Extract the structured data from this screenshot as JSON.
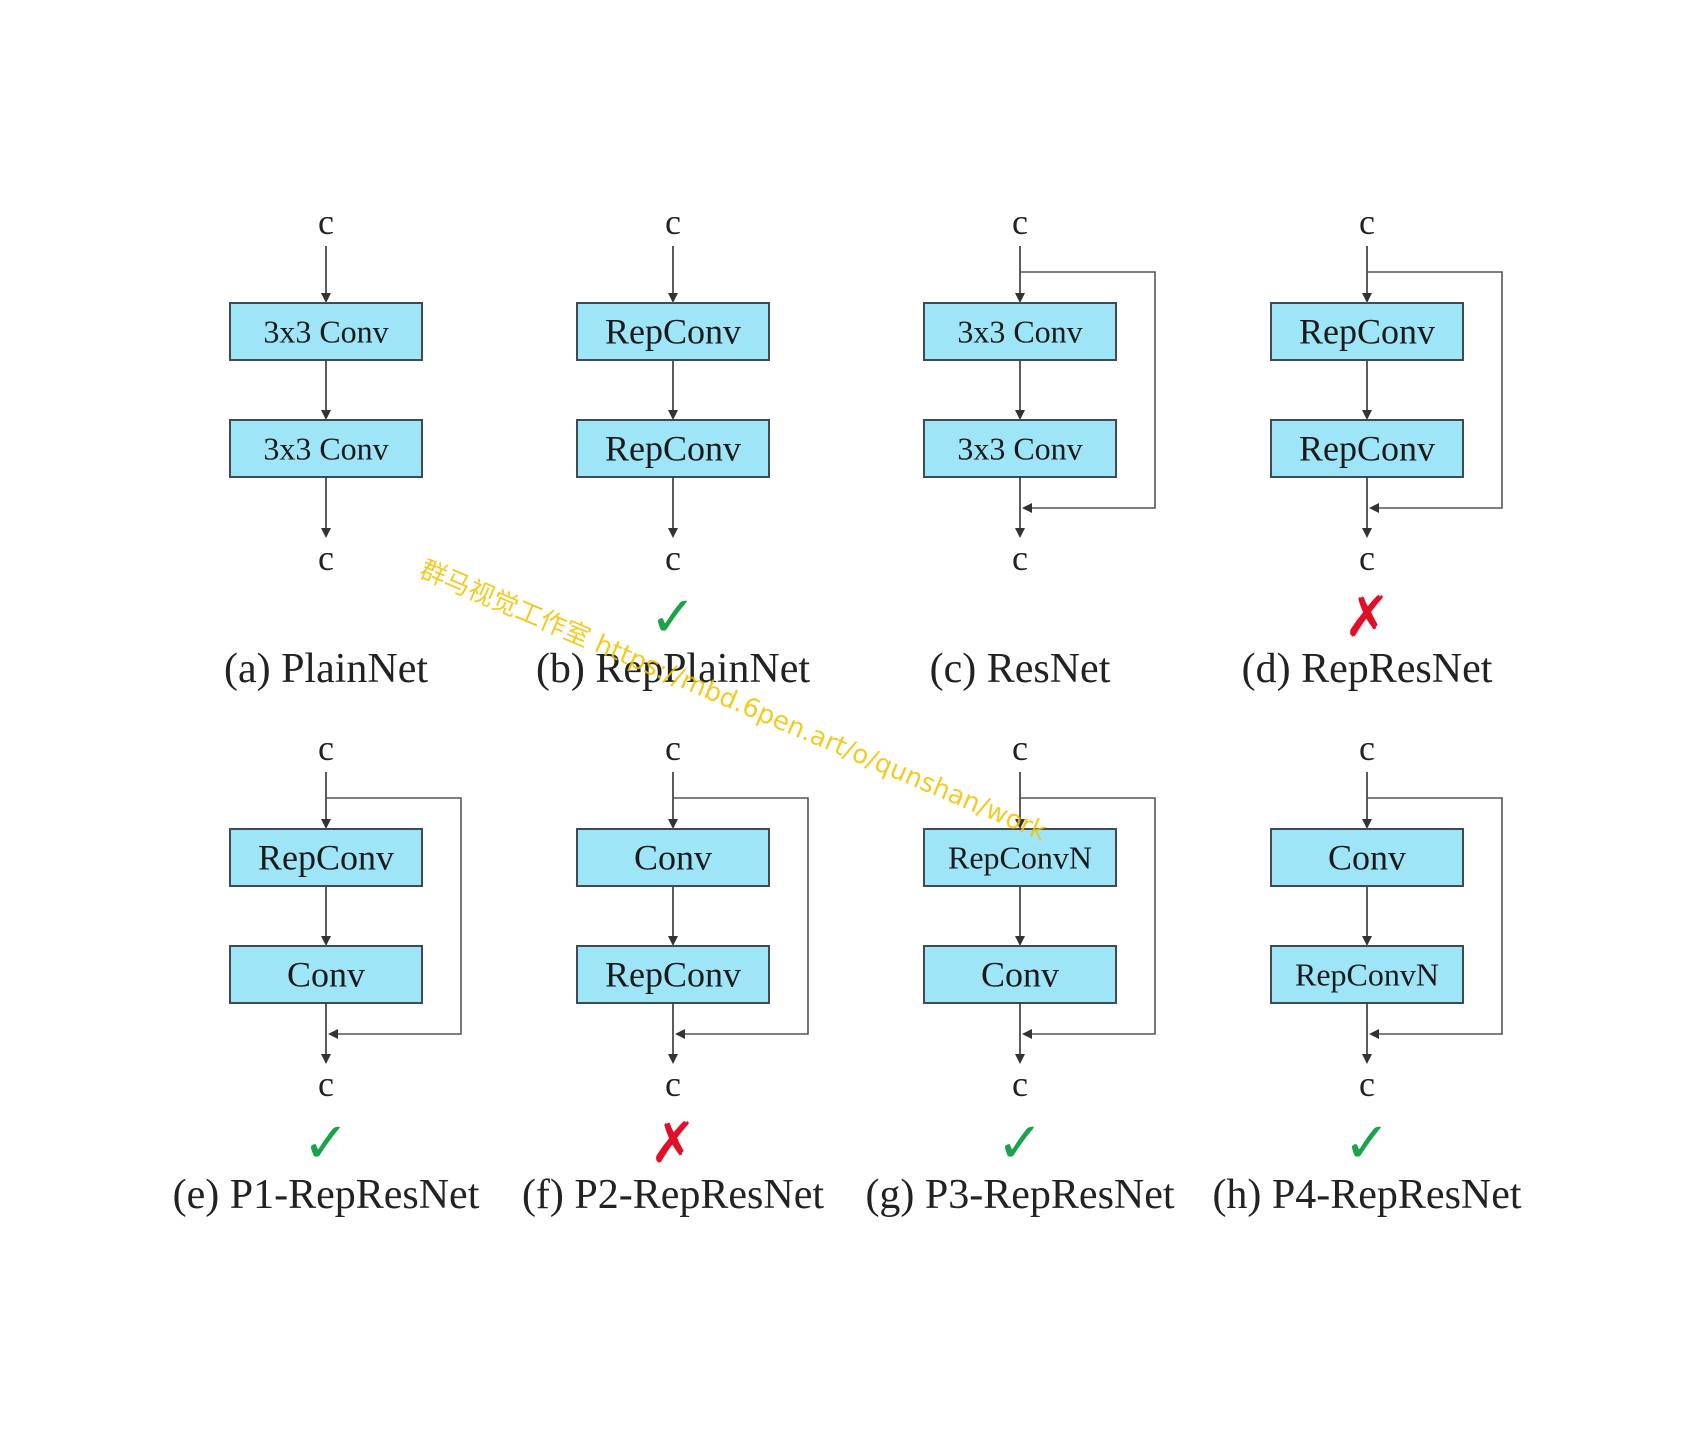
{
  "colors": {
    "block_fill": "#9ee6f7",
    "block_stroke": "#3f4a52",
    "line": "#555555",
    "check": "#1aa34a",
    "cross": "#e0102a",
    "watermark": "#f2c200"
  },
  "io_label": "c",
  "panels": [
    {
      "id": "a",
      "caption": "(a) PlainNet",
      "blocks": [
        "3x3 Conv",
        "3x3 Conv"
      ],
      "residual": false,
      "mark": ""
    },
    {
      "id": "b",
      "caption": "(b) RepPlainNet",
      "blocks": [
        "RepConv",
        "RepConv"
      ],
      "residual": false,
      "mark": "check"
    },
    {
      "id": "c",
      "caption": "(c) ResNet",
      "blocks": [
        "3x3 Conv",
        "3x3 Conv"
      ],
      "residual": true,
      "mark": ""
    },
    {
      "id": "d",
      "caption": "(d) RepResNet",
      "blocks": [
        "RepConv",
        "RepConv"
      ],
      "residual": true,
      "mark": "cross"
    },
    {
      "id": "e",
      "caption": "(e) P1-RepResNet",
      "blocks": [
        "RepConv",
        "Conv"
      ],
      "residual": true,
      "mark": "check"
    },
    {
      "id": "f",
      "caption": "(f) P2-RepResNet",
      "blocks": [
        "Conv",
        "RepConv"
      ],
      "residual": true,
      "mark": "cross"
    },
    {
      "id": "g",
      "caption": "(g) P3-RepResNet",
      "blocks": [
        "RepConvN",
        "Conv"
      ],
      "residual": true,
      "mark": "check"
    },
    {
      "id": "h",
      "caption": "(h) P4-RepResNet",
      "blocks": [
        "Conv",
        "RepConvN"
      ],
      "residual": true,
      "mark": "check"
    }
  ],
  "marks": {
    "check": "✓",
    "cross": "✗"
  },
  "watermark": {
    "text": "群马视觉工作室 https://mbd.6pen.art/o/qunshan/work"
  }
}
